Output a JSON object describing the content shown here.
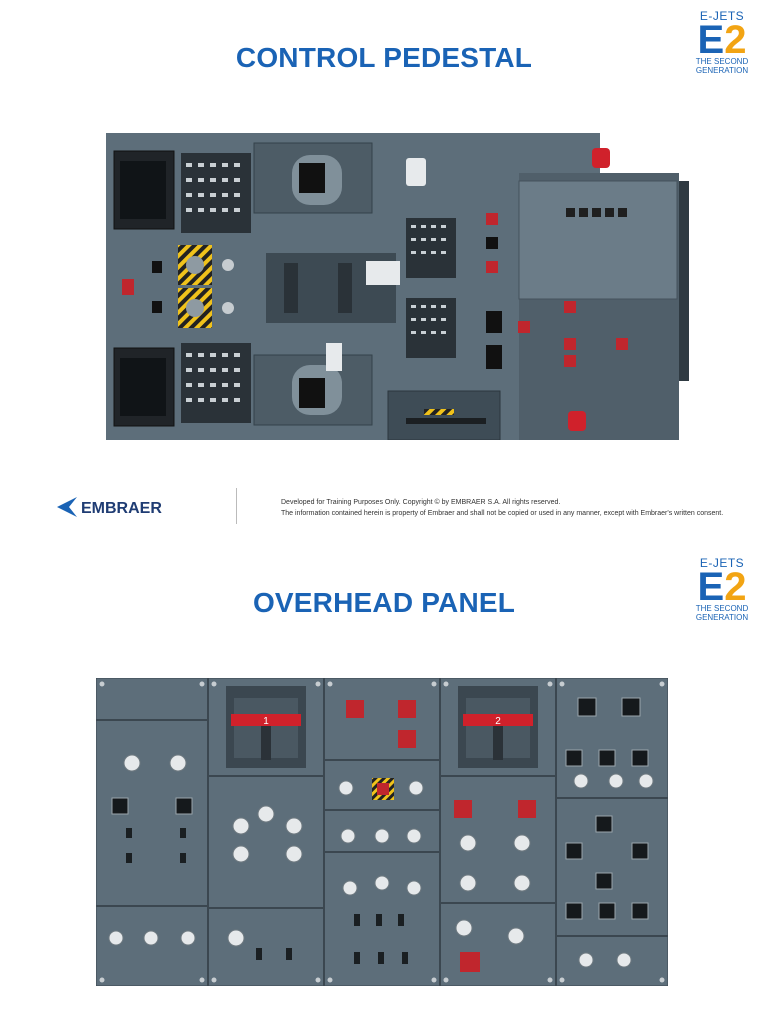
{
  "page1": {
    "title": "CONTROL PEDESTAL",
    "brand": {
      "top": "E-JETS",
      "e": "E",
      "two": "2",
      "sub1": "THE SECOND",
      "sub2": "GENERATION"
    }
  },
  "footer": {
    "company": "EMBRAER",
    "line1": "Developed for Training Purposes Only. Copyright © by EMBRAER S.A. All rights reserved.",
    "line2": "The information contained herein is property of Embraer and shall not be copied or used in any manner, except with Embraer's written consent."
  },
  "page2": {
    "title": "OVERHEAD PANEL",
    "brand": {
      "top": "E-JETS",
      "e": "E",
      "two": "2",
      "sub1": "THE SECOND",
      "sub2": "GENERATION"
    }
  },
  "overhead": {
    "handle_left": "1",
    "handle_right": "2"
  },
  "colors": {
    "panel": "#5d6e7a",
    "panel_dark": "#3e4c56",
    "accent_blue": "#1a63b5",
    "accent_orange": "#f2a413",
    "warning_red": "#d0212b"
  }
}
